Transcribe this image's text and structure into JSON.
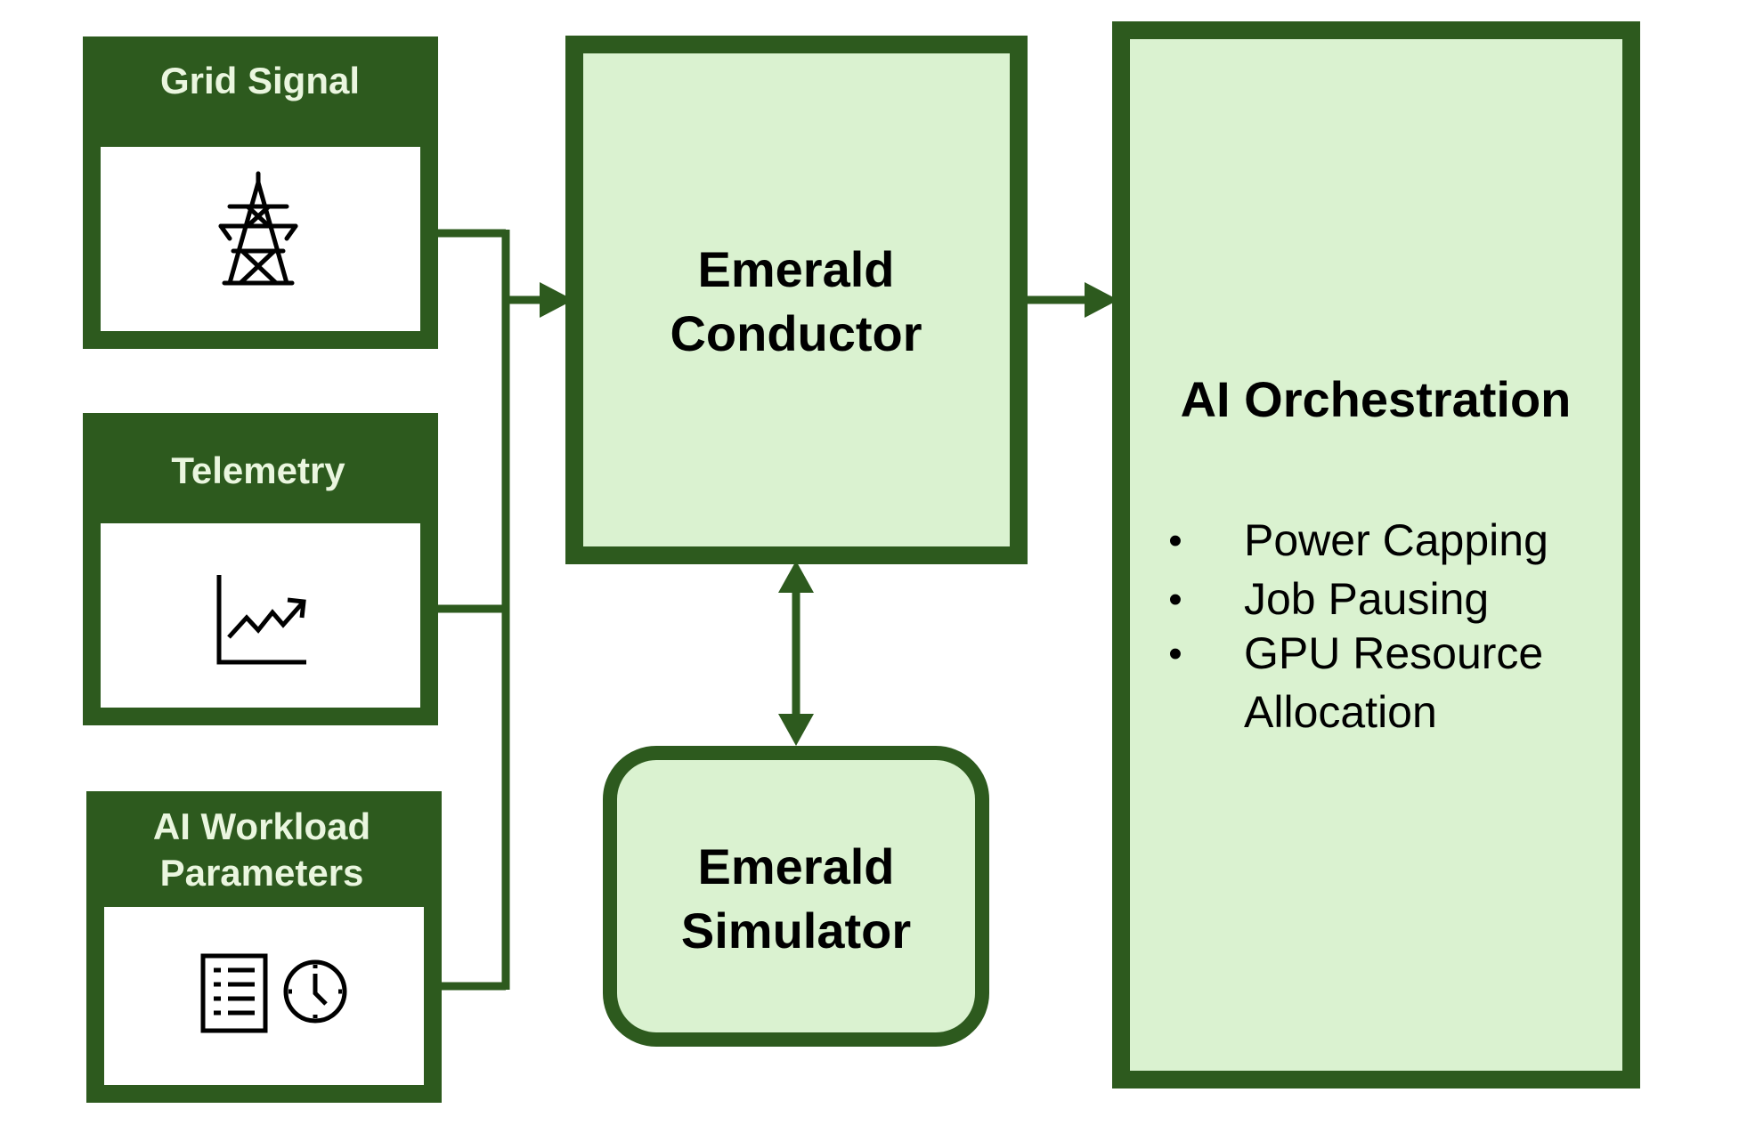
{
  "colors": {
    "dark_green": "#2d5a1e",
    "light_green": "#daf2d0",
    "header_text": "#eaf6df",
    "body_text": "#000000",
    "panel_white": "#ffffff"
  },
  "inputs": [
    {
      "title": "Grid Signal",
      "title_lines": [
        "Grid Signal"
      ],
      "icon": "transmission-tower-icon"
    },
    {
      "title": "Telemetry",
      "title_lines": [
        "Telemetry"
      ],
      "icon": "line-chart-icon"
    },
    {
      "title": "AI Workload Parameters",
      "title_lines": [
        "AI Workload",
        "Parameters"
      ],
      "icon": [
        "checklist-icon",
        "clock-icon"
      ]
    }
  ],
  "conductor": {
    "title_lines": [
      "Emerald",
      "Conductor"
    ]
  },
  "simulator": {
    "title_lines": [
      "Emerald",
      "Simulator"
    ]
  },
  "orchestration": {
    "title": "AI Orchestration",
    "bullet_char": "•",
    "bullets": [
      "Power Capping",
      "Job Pausing",
      "GPU Resource Allocation"
    ],
    "bullet_lines": [
      [
        "Power Capping"
      ],
      [
        "Job Pausing"
      ],
      [
        "GPU Resource",
        "Allocation"
      ]
    ]
  },
  "connections": [
    {
      "from": "Grid Signal",
      "to": "Emerald Conductor",
      "direction": "forward"
    },
    {
      "from": "Telemetry",
      "to": "Emerald Conductor",
      "direction": "forward"
    },
    {
      "from": "AI Workload Parameters",
      "to": "Emerald Conductor",
      "direction": "forward"
    },
    {
      "from": "Emerald Conductor",
      "to": "AI Orchestration",
      "direction": "forward"
    },
    {
      "from": "Emerald Conductor",
      "to": "Emerald Simulator",
      "direction": "bidirectional"
    }
  ]
}
